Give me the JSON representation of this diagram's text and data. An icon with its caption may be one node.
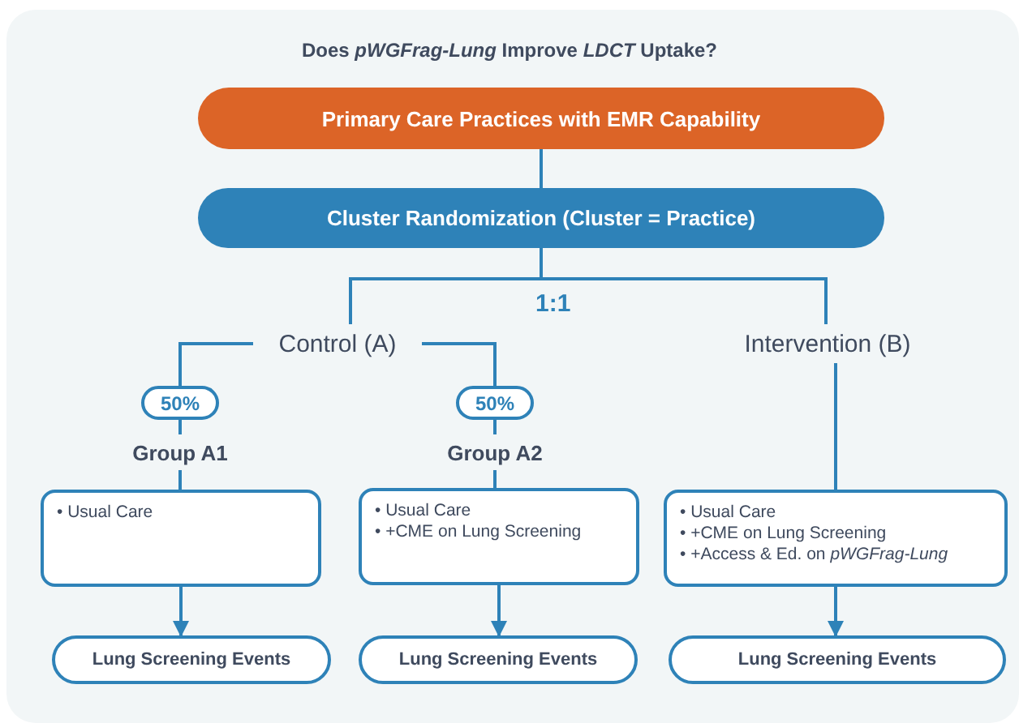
{
  "diagram": {
    "title": "Does *pWGFrag-Lung* Improve *LDCT* Uptake?",
    "nodes": [
      {
        "text": [
          "Primary Care Practices with EMR Capability"
        ]
      },
      {
        "text": [
          "Cluster Randomization (Cluster = Practice)"
        ]
      },
      {
        "text": [
          "Control (A)"
        ]
      },
      {
        "text": [
          "Intervention (B)"
        ]
      },
      {
        "text": [
          "50%"
        ]
      },
      {
        "text": [
          "Group A1"
        ]
      },
      {
        "text": [
          "50%"
        ]
      },
      {
        "text": [
          "Group A2"
        ]
      },
      {
        "text": [
          "• Usual Care"
        ]
      },
      {
        "text": [
          "• Usual Care",
          "• +CME on Lung Screening"
        ]
      },
      {
        "text": [
          "• Usual Care",
          "• +CME on Lung Screening",
          "• +Access & Ed. on *pWGFrag-Lung*"
        ]
      },
      {
        "text": [
          "Lung Screening Events"
        ]
      },
      {
        "text": [
          "Lung Screening Events"
        ]
      },
      {
        "text": [
          "Lung Screening Events"
        ]
      }
    ],
    "edges": [
      {
        "from": 0,
        "to": 1,
        "arrow": "none"
      },
      {
        "from": 1,
        "to": 2,
        "arrow": "none"
      },
      {
        "from": 1,
        "to": 3,
        "arrow": "none"
      },
      {
        "from": 2,
        "to": 4,
        "arrow": "none"
      },
      {
        "from": 4,
        "to": 5,
        "arrow": "none"
      },
      {
        "from": 5,
        "to": 8,
        "arrow": "none"
      },
      {
        "from": 2,
        "to": 6,
        "arrow": "none"
      },
      {
        "from": 6,
        "to": 7,
        "arrow": "none"
      },
      {
        "from": 7,
        "to": 9,
        "arrow": "none"
      },
      {
        "from": 3,
        "to": 10,
        "arrow": "none"
      },
      {
        "from": 8,
        "to": 11,
        "arrow": "to"
      },
      {
        "from": 9,
        "to": 12,
        "arrow": "to"
      },
      {
        "from": 10,
        "to": 13,
        "arrow": "to"
      }
    ],
    "labels": [
      "1:1"
    ]
  }
}
